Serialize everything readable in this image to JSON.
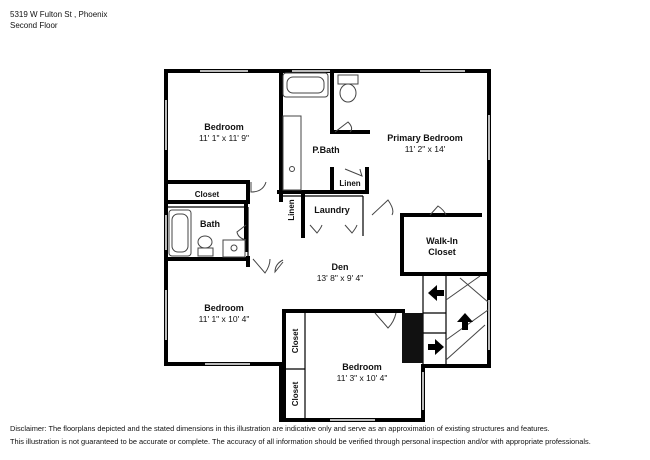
{
  "header": {
    "address": "5319 W Fulton St , Phoenix",
    "floor": "Second Floor"
  },
  "rooms": {
    "bedroom_nw": {
      "name": "Bedroom",
      "dims": "11' 1\" x 11' 9\""
    },
    "primary_bedroom": {
      "name": "Primary Bedroom",
      "dims": "11' 2\" x 14'"
    },
    "pbath": {
      "name": "P.Bath"
    },
    "linen_1": {
      "name": "Linen"
    },
    "closet_1": {
      "name": "Closet"
    },
    "bath": {
      "name": "Bath"
    },
    "linen_2": {
      "name": "Linen"
    },
    "laundry": {
      "name": "Laundry"
    },
    "walkin_closet": {
      "line1": "Walk-In",
      "line2": "Closet"
    },
    "den": {
      "name": "Den",
      "dims": "13' 8\" x 9' 4\""
    },
    "bedroom_sw": {
      "name": "Bedroom",
      "dims": "11' 1\" x 10' 4\""
    },
    "closet_2": {
      "name": "Closet"
    },
    "closet_3": {
      "name": "Closet"
    },
    "bedroom_s": {
      "name": "Bedroom",
      "dims": "11' 3\" x 10' 4\""
    }
  },
  "disclaimer": {
    "line1": "Disclaimer: The floorplans depicted and the stated dimensions in this illustration are indicative only and serve as an approximation of existing structures and features.",
    "line2": "This illustration is not guaranteed to be accurate or complete. The accuracy of all information should be verified through personal inspection and/or with appropriate professionals."
  }
}
